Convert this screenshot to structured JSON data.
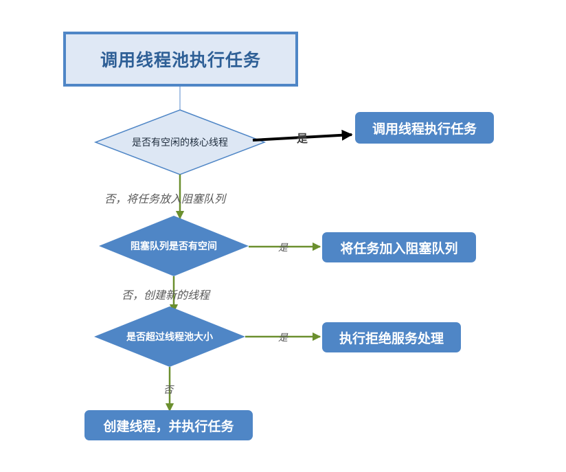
{
  "title": "调用线程池执行任务",
  "decisions": [
    {
      "label": "是否有空闲的核心线程"
    },
    {
      "label": "阻塞队列是否有空间"
    },
    {
      "label": "是否超过线程池大小"
    }
  ],
  "actions": [
    {
      "label": "调用线程执行任务"
    },
    {
      "label": "将任务加入阻塞队列"
    },
    {
      "label": "执行拒绝服务处理"
    },
    {
      "label": "创建线程，并执行任务"
    }
  ],
  "edge_labels": {
    "d1_yes": "是",
    "d1_no": "否，将任务放入阻塞队列",
    "d2_yes": "是",
    "d2_no": "否，创建新的线程",
    "d3_yes": "是",
    "d3_no": "否"
  },
  "colors": {
    "box_blue": "#4f86c6",
    "title_fill": "#dfe8f5",
    "title_text": "#2e5f96",
    "diamond_light_fill": "#dde7f4",
    "arrow_green": "#6b8f2e",
    "arrow_black": "#000000"
  }
}
